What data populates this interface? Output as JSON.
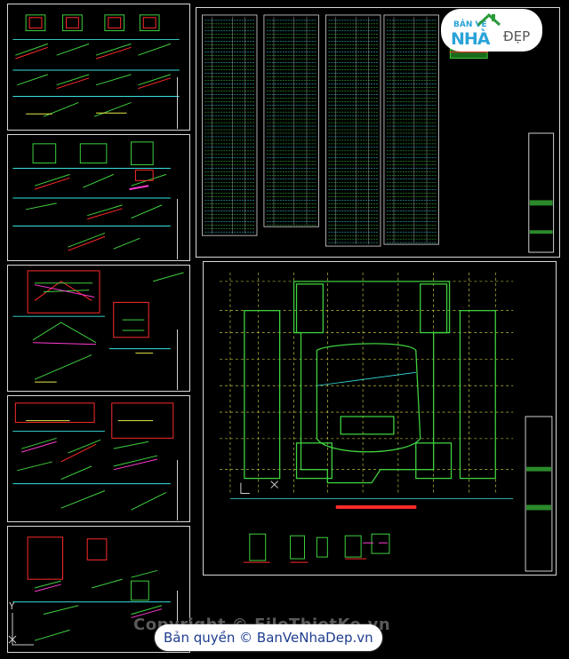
{
  "logo": {
    "line1": "BẢN VẼ",
    "line2": "NHÀ",
    "line3": "ĐẸP",
    "brand_color": "#2aa3d8"
  },
  "watermark": {
    "faint_text": "Copyright © FileThietKe.vn",
    "badge_text": "Bản quyền © BanVeNhaDep.vn"
  },
  "ucs": {
    "y_label": "Y",
    "x_label": "X"
  },
  "colors": {
    "background": "#000000",
    "frame": "#d8d8d8",
    "cad_green": "#3fd13f",
    "cad_red": "#ff2b2b",
    "cad_magenta": "#ff3bd2",
    "cad_cyan": "#39e0e0",
    "cad_yellow": "#e8e84a"
  }
}
